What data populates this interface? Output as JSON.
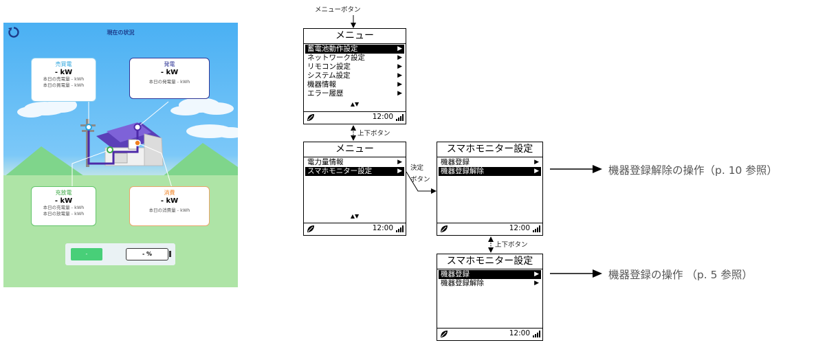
{
  "app": {
    "title": "現在の状況",
    "sell_card": {
      "heading": "売買電",
      "value": "- kW",
      "line1": "本日の売電量 - kWh",
      "line2": "本日の買電量 - kWh"
    },
    "gen_card": {
      "heading": "発電",
      "value": "- kW",
      "line1": "本日の発電量 - kWh"
    },
    "battery_card": {
      "heading": "充放電",
      "value": "- kW",
      "line1": "本日の充電量 - kWh",
      "line2": "本日の放電量 - kWh"
    },
    "consume_card": {
      "heading": "消費",
      "value": "- kW",
      "line1": "本日の消費量 - kWh"
    },
    "battery_level": "-",
    "battery_percent": "- %",
    "icons": [
      "refresh-icon",
      "house-illustration",
      "cloud-icon",
      "battery-gauge"
    ]
  },
  "labels": {
    "menu_button": "メニューボタン",
    "updown_button_1": "上下ボタン",
    "enter_button_l1": "決定",
    "enter_button_l2": "ボタン",
    "updown_button_2": "上下ボタン"
  },
  "screens": {
    "menu1": {
      "title": "メニュー",
      "items": [
        "蓄電池動作設定",
        "ネットワーク設定",
        "リモコン設定",
        "システム設定",
        "機器情報",
        "エラー履歴"
      ],
      "selected_index": 0,
      "time": "12:00"
    },
    "menu2": {
      "title": "メニュー",
      "items": [
        "電力量情報",
        "スマホモニター設定"
      ],
      "selected_index": 1,
      "time": "12:00"
    },
    "smart1": {
      "title": "スマホモニター設定",
      "items": [
        "機器登録",
        "機器登録解除"
      ],
      "selected_index": 1,
      "time": "12:00"
    },
    "smart2": {
      "title": "スマホモニター設定",
      "items": [
        "機器登録",
        "機器登録解除"
      ],
      "selected_index": 0,
      "time": "12:00"
    }
  },
  "references": {
    "unregister": "機器登録解除の操作（p. 10 参照）",
    "register": "機器登録の操作 （p. 5 参照）"
  },
  "glyphs": {
    "arrow": "▶",
    "nav": "▲▼"
  }
}
